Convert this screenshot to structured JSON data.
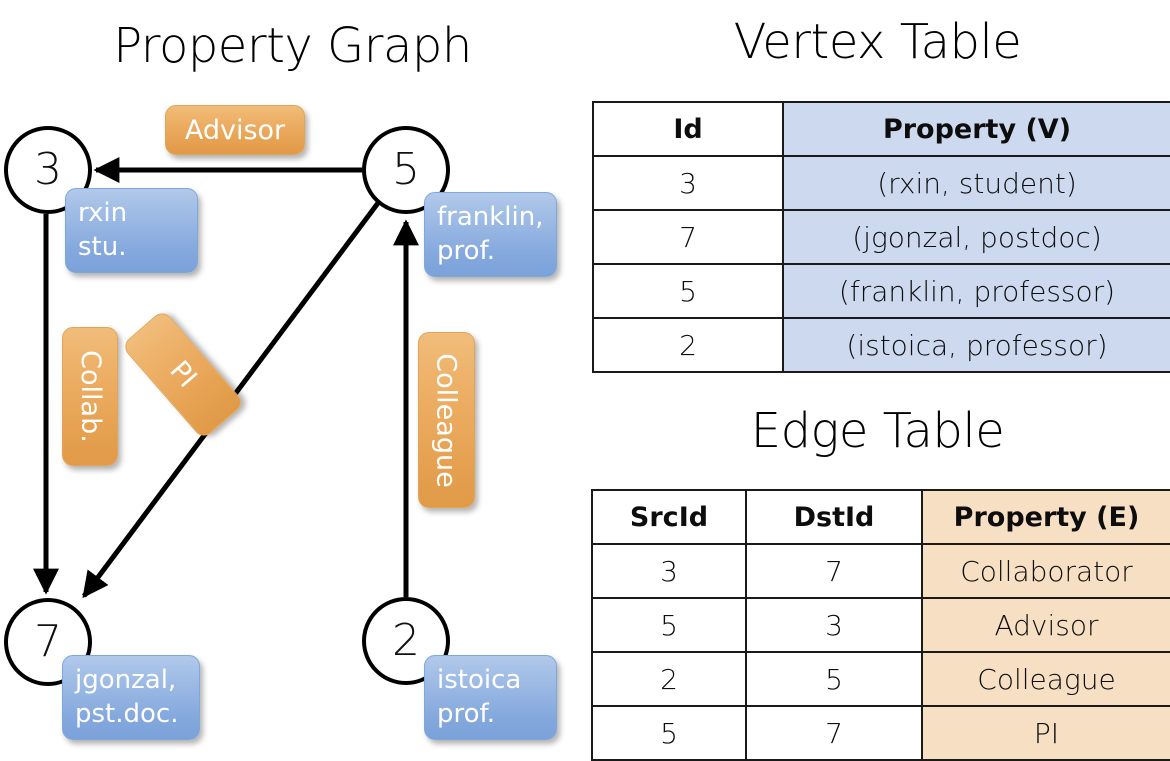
{
  "titles": {
    "property_graph": "Property Graph",
    "vertex_table": "Vertex Table",
    "edge_table": "Edge Table"
  },
  "graph": {
    "nodes": [
      {
        "id": "3",
        "name": "node-3",
        "prop_lines": [
          "rxin",
          "stu."
        ]
      },
      {
        "id": "5",
        "name": "node-5",
        "prop_lines": [
          "franklin,",
          "prof."
        ]
      },
      {
        "id": "7",
        "name": "node-7",
        "prop_lines": [
          "jgonzal,",
          "pst.doc."
        ]
      },
      {
        "id": "2",
        "name": "node-2",
        "prop_lines": [
          "istoica",
          "prof."
        ]
      }
    ],
    "edge_labels": {
      "advisor": "Advisor",
      "collab": "Collab.",
      "pi": "PI",
      "colleague": "Colleague"
    }
  },
  "colors": {
    "vertex_property_fill": "#ccd9ee",
    "edge_property_fill": "#f7dfc4",
    "node_box_blue": "#84a8dd",
    "edge_label_orange": "#e6a252",
    "stroke": "#000000"
  },
  "vertex_table": {
    "headers": [
      "Id",
      "Property (V)"
    ],
    "rows": [
      {
        "id": "3",
        "property": "(rxin, student)"
      },
      {
        "id": "7",
        "property": "(jgonzal, postdoc)"
      },
      {
        "id": "5",
        "property": "(franklin, professor)"
      },
      {
        "id": "2",
        "property": "(istoica, professor)"
      }
    ]
  },
  "edge_table": {
    "headers": [
      "SrcId",
      "DstId",
      "Property (E)"
    ],
    "rows": [
      {
        "src": "3",
        "dst": "7",
        "property": "Collaborator"
      },
      {
        "src": "5",
        "dst": "3",
        "property": "Advisor"
      },
      {
        "src": "2",
        "dst": "5",
        "property": "Colleague"
      },
      {
        "src": "5",
        "dst": "7",
        "property": "PI"
      }
    ]
  }
}
